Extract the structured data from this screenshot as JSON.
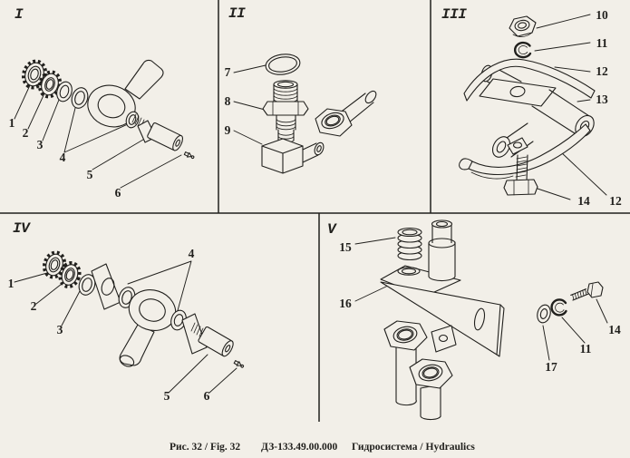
{
  "page": {
    "background": "#f2efe8",
    "ink": "#21201d"
  },
  "panels": [
    {
      "label": "I",
      "callouts": [
        "1",
        "2",
        "3",
        "4",
        "5",
        "6"
      ]
    },
    {
      "label": "II",
      "callouts": [
        "7",
        "8",
        "9"
      ]
    },
    {
      "label": "III",
      "callouts": [
        "10",
        "11",
        "12",
        "13",
        "14",
        "12"
      ]
    },
    {
      "label": "IV",
      "callouts": [
        "1",
        "2",
        "3",
        "4",
        "5",
        "6"
      ]
    },
    {
      "label": "V",
      "callouts": [
        "15",
        "16",
        "17",
        "11",
        "14"
      ]
    }
  ],
  "caption": {
    "figure": "Рис. 32 / Fig. 32",
    "drawing_number": "ДЗ-133.49.00.000",
    "title": "Гидросистема / Hydraulics"
  }
}
